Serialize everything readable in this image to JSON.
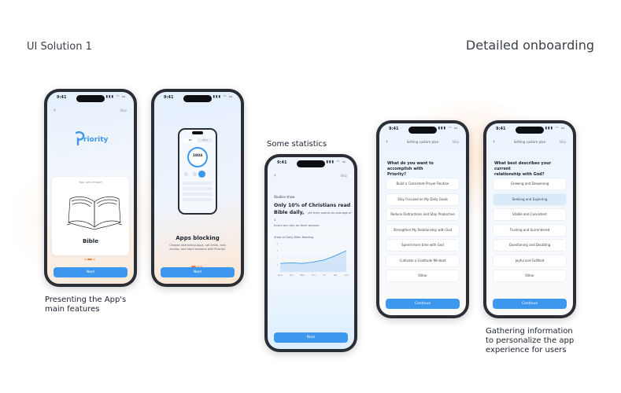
{
  "headings": {
    "left": "UI Solution 1",
    "right": "Detailed onboarding"
  },
  "captions": {
    "features": [
      "Presenting the App's",
      "main features"
    ],
    "stats": "Some statistics",
    "gathering": [
      "Gathering information",
      "to personalize the app",
      "experience for users"
    ]
  },
  "status": {
    "time": "9:41",
    "icons": "▮▮▮ ◠ ▭"
  },
  "common": {
    "skip": "Skip",
    "back": "‹",
    "next": "Next",
    "continue": "Continue"
  },
  "screen1": {
    "logo": "riority",
    "card_label": "Your own ereport",
    "title": "Bible"
  },
  "screen2": {
    "title": "Apps blocking",
    "desc": [
      "Choose distracting apps, set limits, lock",
      "access, and start sessions with Priority!"
    ],
    "mini_time": "1804",
    "mini_tabs": [
      "Tab",
      "Items"
    ]
  },
  "screen3": {
    "studies": "Studies show",
    "headline": [
      "Only 10% of Christians read",
      "Bible daily,"
    ],
    "sub": [
      "yet they spend an average of 4",
      "hours per day on their phones"
    ],
    "chart_title": "State of Daily Bible Reading"
  },
  "chart_data": {
    "type": "area",
    "title": "State of Daily Bible Reading",
    "categories": [
      "Mon",
      "Tue",
      "Wed",
      "Thu",
      "Fri",
      "Sat",
      "Sun"
    ],
    "values": [
      1.2,
      1.3,
      1.2,
      1.4,
      1.7,
      2.3,
      3.0
    ],
    "yticks": [
      "4",
      "3",
      "2",
      "1"
    ],
    "ylim": [
      0,
      4
    ],
    "color": "#3e97ef"
  },
  "screen4": {
    "header": "Setting custom plan",
    "question": [
      "What do you want to accomplish with",
      "Priority?"
    ],
    "options": [
      "Build a Consistent Prayer Routine",
      "Stay Focused on My Daily Goals",
      "Reduce Distractions and Stay Productive",
      "Strengthen My Relationship with God",
      "Spend more time with God",
      "Cultivate a Gratitude Mindset",
      "Other"
    ]
  },
  "screen5": {
    "header": "Setting custom plan",
    "question": [
      "What best describes your current",
      "relationship with God?"
    ],
    "options": [
      "Growing and Deepening",
      "Seeking and Exploring",
      "Stable and Consistent",
      "Trusting and Surrendered",
      "Questioning and Doubting",
      "Joyful and Fulfilled",
      "Other"
    ],
    "selected_index": 1
  },
  "colors": {
    "accent": "#3e97ef",
    "orange": "#f07f3a"
  }
}
